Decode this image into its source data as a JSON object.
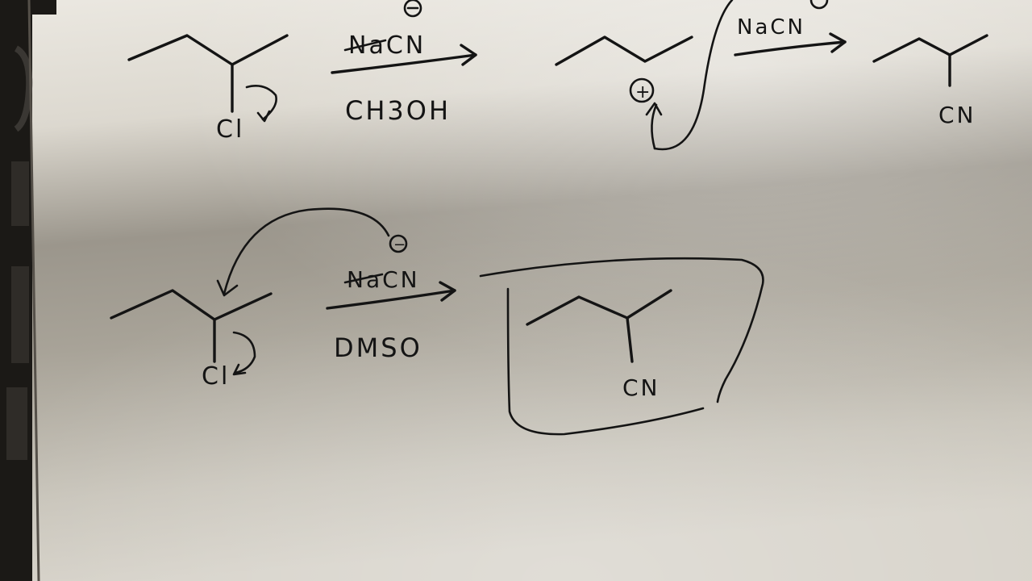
{
  "reaction_top": {
    "substrate_leaving_group": "Cl",
    "reagent_1": "NaCN",
    "solvent_1": "CH3OH",
    "reagent_2": "NaCN",
    "intermediate_charge": "+",
    "product_group": "CN"
  },
  "reaction_bottom": {
    "substrate_leaving_group": "Cl",
    "reagent": "NaCN",
    "nucleophile_charge": "−",
    "solvent": "DMSO",
    "product_group": "CN"
  },
  "colors": {
    "ink": "#141414",
    "paper_lit": "#e9e6de",
    "paper_shadow": "#8a857c"
  }
}
